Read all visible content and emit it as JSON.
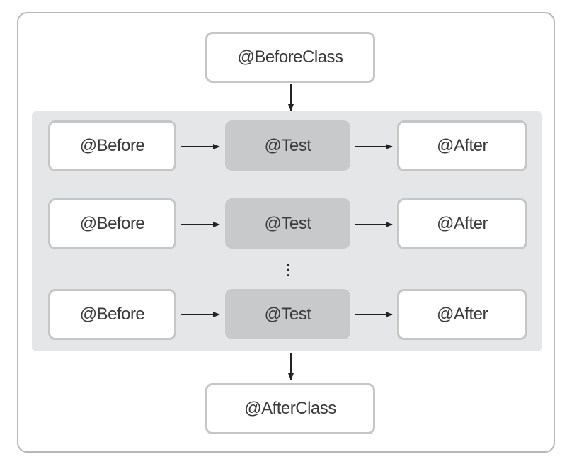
{
  "before_class": "@BeforeClass",
  "after_class": "@AfterClass",
  "rows": [
    {
      "before": "@Before",
      "test": "@Test",
      "after": "@After"
    },
    {
      "before": "@Before",
      "test": "@Test",
      "after": "@After"
    },
    {
      "before": "@Before",
      "test": "@Test",
      "after": "@After"
    }
  ],
  "ellipsis": "⋮",
  "colors": {
    "frame_border": "#b8b8b8",
    "band_fill": "#e5e6e8",
    "box_border": "#c6c6c6",
    "test_fill": "#c8c9cb",
    "arrow": "#222222"
  }
}
